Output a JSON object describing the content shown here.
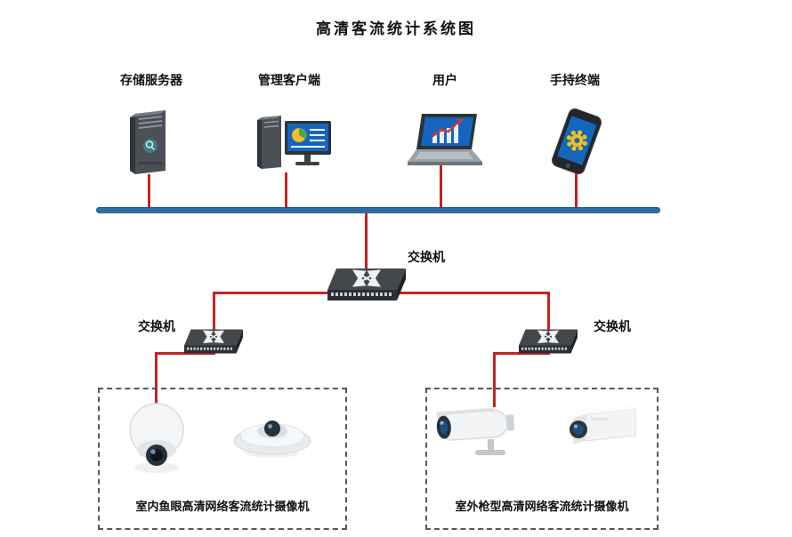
{
  "title": "高清客流统计系统图",
  "top_devices": [
    {
      "name": "storage-server",
      "label": "存储服务器"
    },
    {
      "name": "management-client",
      "label": "管理客户端"
    },
    {
      "name": "user",
      "label": "用户"
    },
    {
      "name": "handheld-terminal",
      "label": "手持终端"
    }
  ],
  "switches": {
    "main": {
      "label": "交换机"
    },
    "left": {
      "label": "交换机"
    },
    "right": {
      "label": "交换机"
    }
  },
  "camera_groups": {
    "indoor": {
      "label": "室内鱼眼高清网络客流统计摄像机",
      "cameras": [
        "fisheye-dome-camera",
        "ceiling-fisheye-camera"
      ]
    },
    "outdoor": {
      "label": "室外枪型高清网络客流统计摄像机",
      "cameras": [
        "bullet-camera",
        "box-camera"
      ]
    }
  },
  "colors": {
    "backbone_line": "#2e6ca0",
    "connector_line": "#c62222",
    "group_border": "#4d5a68",
    "screen_blue": "#1565c0",
    "accent_yellow": "#f3c01f"
  }
}
